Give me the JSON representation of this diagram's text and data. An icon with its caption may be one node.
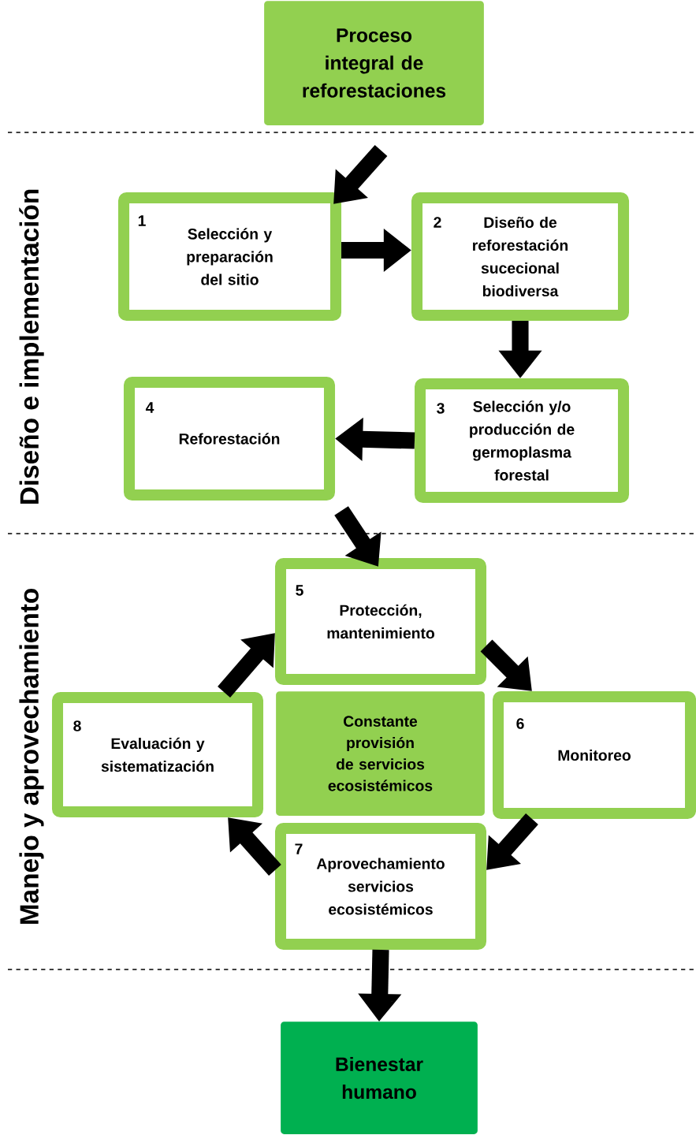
{
  "diagram": {
    "nodes": [
      {
        "text": [
          "Proceso integral de reforestaciones"
        ]
      },
      {
        "text": [
          "1",
          "Selección y preparación del sitio"
        ]
      },
      {
        "text": [
          "2",
          "Diseño de reforestación sucecional biodiversa"
        ]
      },
      {
        "text": [
          "3",
          "Selección y/o producción de germoplasma forestal"
        ]
      },
      {
        "text": [
          "4",
          "Reforestación"
        ]
      },
      {
        "text": [
          "5",
          "Protección, mantenimiento"
        ]
      },
      {
        "text": [
          "8",
          "Evaluación y sistematización"
        ]
      },
      {
        "text": [
          "Constante provisión de servicios ecosistémicos"
        ]
      },
      {
        "text": [
          "6",
          "Monitoreo"
        ]
      },
      {
        "text": [
          "7",
          "Aprovechamiento servicios ecosistémicos"
        ]
      },
      {
        "text": [
          "Bienestar humano"
        ]
      }
    ],
    "edges": [
      {
        "from": 0,
        "to": 1,
        "arrow": "to"
      },
      {
        "from": 1,
        "to": 2,
        "arrow": "to"
      },
      {
        "from": 2,
        "to": 3,
        "arrow": "to"
      },
      {
        "from": 3,
        "to": 4,
        "arrow": "to"
      },
      {
        "from": 4,
        "to": 5,
        "arrow": "to"
      },
      {
        "from": 5,
        "to": 8,
        "arrow": "to"
      },
      {
        "from": 8,
        "to": 9,
        "arrow": "to"
      },
      {
        "from": 9,
        "to": 6,
        "arrow": "to"
      },
      {
        "from": 6,
        "to": 5,
        "arrow": "to"
      },
      {
        "from": 9,
        "to": 10,
        "arrow": "to"
      }
    ],
    "labels": [
      "Diseño e implementación",
      "Manejo y aprovechamiento"
    ]
  }
}
